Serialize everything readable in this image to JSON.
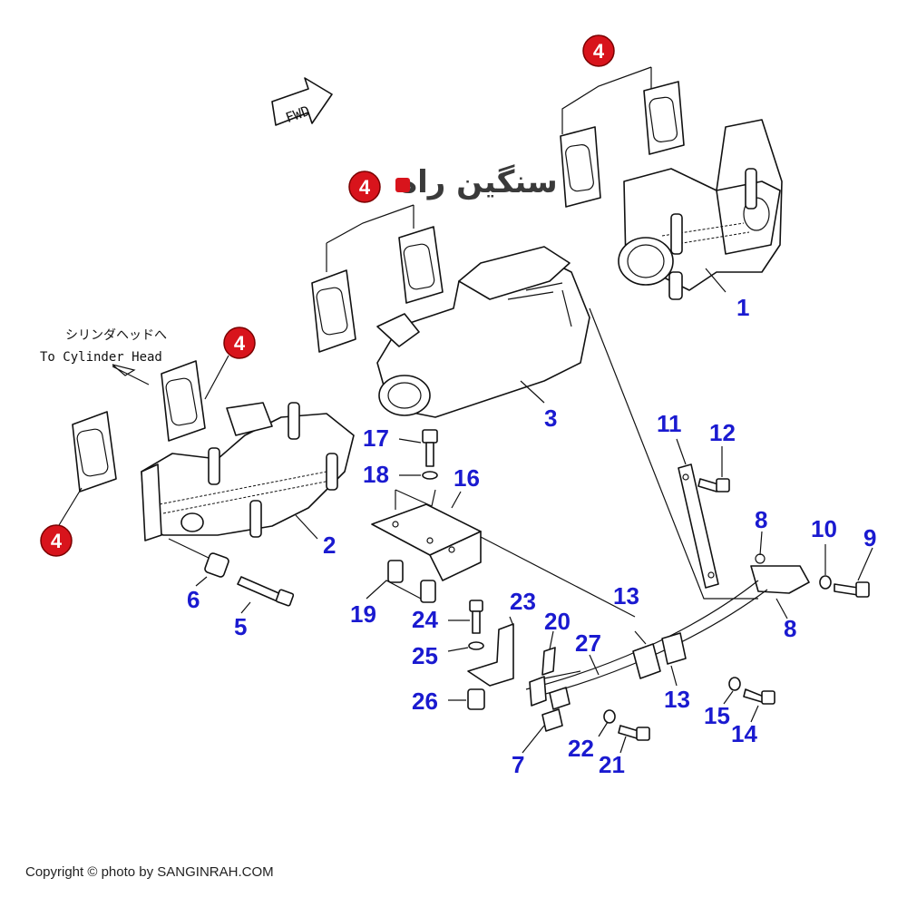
{
  "diagram": {
    "notes": {
      "direction_arrow": "FWD",
      "cylinder_head_jp": "シリンダヘッドへ",
      "cylinder_head_en": "To Cylinder Head"
    },
    "watermark": "سنگین راه",
    "copyright": "Copyright © photo by SANGINRAH.COM",
    "badges": [
      "4",
      "4",
      "4",
      "4"
    ],
    "callouts": [
      "1",
      "2",
      "3",
      "5",
      "6",
      "7",
      "8",
      "8",
      "9",
      "10",
      "11",
      "12",
      "13",
      "13",
      "14",
      "15",
      "16",
      "17",
      "18",
      "19",
      "20",
      "21",
      "22",
      "23",
      "24",
      "25",
      "26",
      "27"
    ],
    "colors": {
      "callout": "#1a1ad0",
      "badge": "#d8141c",
      "line": "#111111"
    }
  }
}
